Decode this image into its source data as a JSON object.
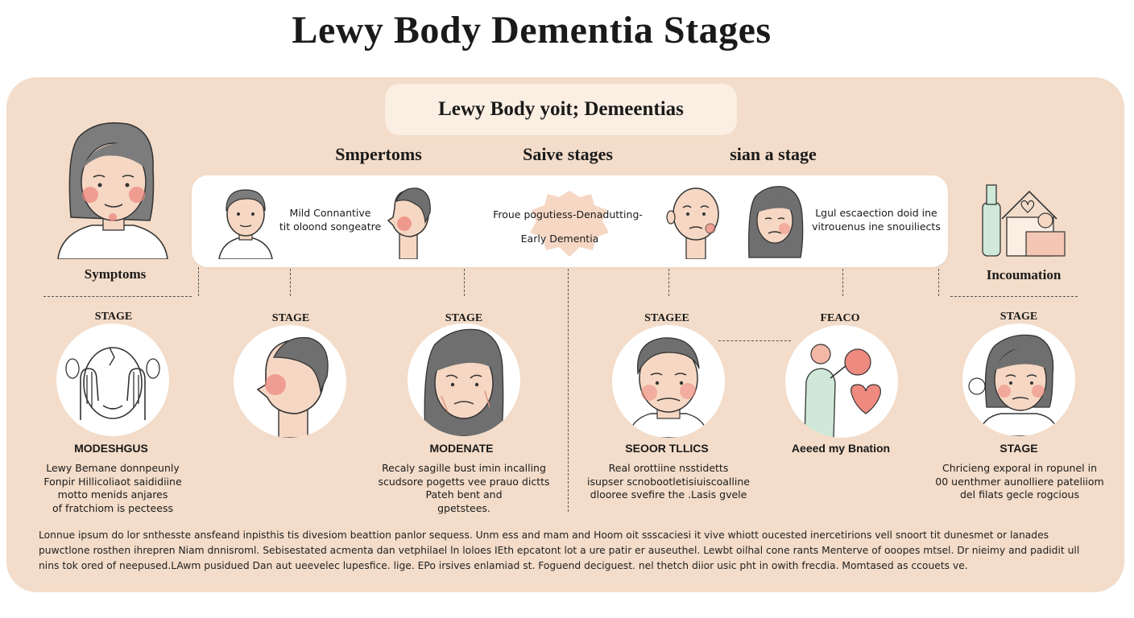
{
  "title": "Lewy Body Dementia Stages",
  "subtitle": "Lewy Body yoit; Demeentias",
  "column_headers": [
    "Smpertoms",
    "Saive stages",
    "sian a stage"
  ],
  "bar": {
    "text_1": "Mild Connantive\ntit oloond songeatre",
    "text_2_line1": "Froue pogutiess-Denadutting-",
    "text_2_line2": "Early Dementia",
    "text_3": "Lgul escaection doid ine\nvitrouenus ine snouiliects"
  },
  "side_labels": {
    "left": "Symptoms",
    "right": "Incoumation"
  },
  "stages": [
    {
      "label": "STAGE",
      "name": "MODESHGUS",
      "desc": "Lewy Bemane donnpeunly\nFonpir Hillicoliaot saididiine\nmotto menids anjares\nof fratchiom is pecteess",
      "icon": "hands-face-icon"
    },
    {
      "label": "STAGE",
      "name": "",
      "desc": "",
      "icon": "profile-head-icon"
    },
    {
      "label": "STAGE",
      "name": "MODENATE",
      "desc": "Recaly sagille bust imin incalling\nscudsore pogetts vee prauo dictts\nPateh bent and\ngpetstees.",
      "icon": "worried-woman-icon"
    },
    {
      "label": "STAGEE",
      "name": "SEOOR TLLICS",
      "desc": "Real orottiine nsstidetts\nisupser scnobootletisiuiscoalline\ndlooree svefire the .Lasis gvele",
      "icon": "distressed-man-icon"
    },
    {
      "label": "FEACO",
      "name": "Aeeed my Bnation",
      "desc": "",
      "icon": "caregiver-heart-icon"
    },
    {
      "label": "STAGE",
      "name": "STAGE",
      "desc": "Chricieng exporal in ropunel in\n00 uenthmer aunolliere pateliiom\ndel filats gecle rogcious",
      "icon": "confused-woman-icon"
    }
  ],
  "bottom_paragraph": "Lonnue ipsum do lor snthesste ansfeand inpisthis tis divesiom beattion panlor sequess. Unm ess and mam and Hoom oit ssscaciesi it vive whiott oucested inercetirions vell snoort tit dunesmet or lanades puwctlone rosthen ihrepren Niam dnnisroml. Sebisestated acmenta dan vetphilael ln loloes IEth epcatont lot a ure patir er auseuthel. Lewbt oilhal cone rants Menterve of ooopes mtsel. Dr nieimy and padidit ull nins tok ored of neepused.LAwm pusidued Dan aut ueevelec lupesfice. lige. EPo irsives enlamiad st. Foguend deciguest. nel thetch diior usic pht in owith frecdia. Momtased as ccouets ve.",
  "colors": {
    "panel": "#f3dcc9",
    "pill": "#fbeee3",
    "skin": "#f6d7c3",
    "hair": "#7c7c7c",
    "blush": "#ee8a80"
  }
}
